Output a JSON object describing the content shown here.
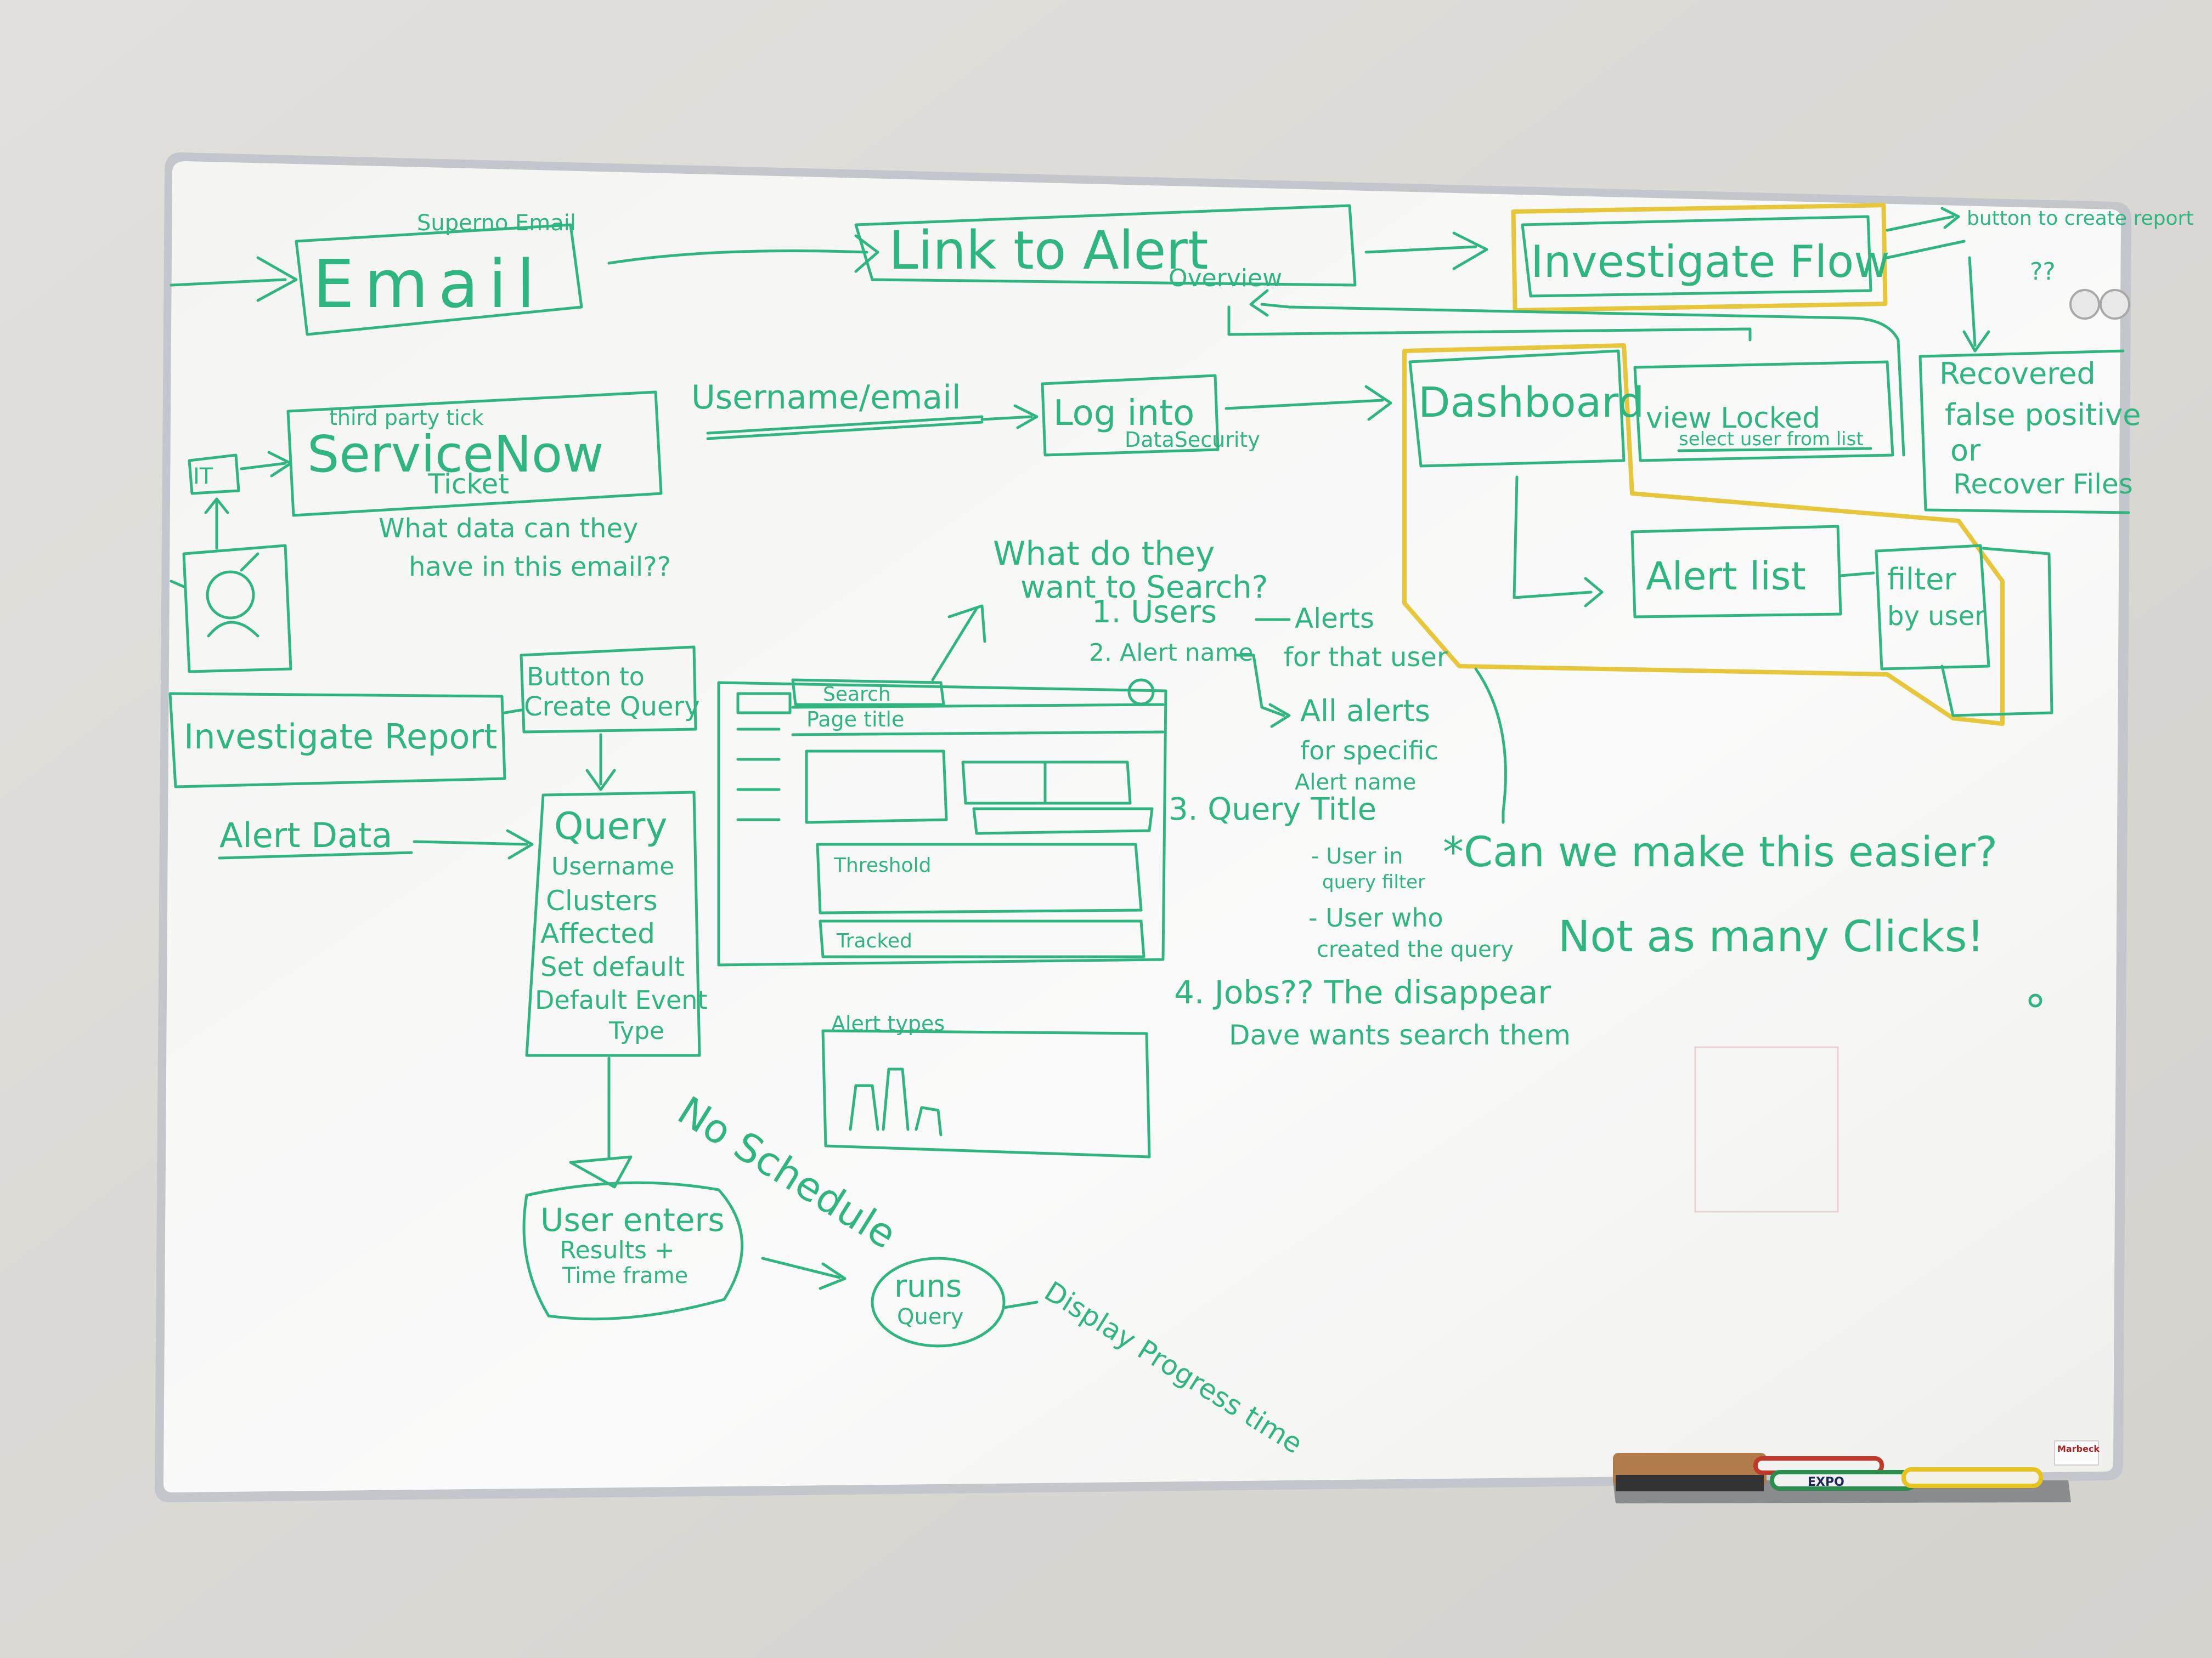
{
  "whiteboard": {
    "colors": {
      "wall": "#dddbd6",
      "board": "#f6f6f4",
      "frame": "#b9bcc0",
      "marker_green": "#2fb57f",
      "highlight_yellow": "#e7c63a"
    },
    "flow_top": {
      "email_note": "Superno Email",
      "email": "Email",
      "link_to_alert": "Link to Alert",
      "link_overview": "Overview",
      "investigate_flow": "Investigate Flow",
      "button_to_create_report": "button to create report",
      "button_qmarks": "??"
    },
    "flow_row2": {
      "it_box": "IT",
      "servicenow_note": "third party tick",
      "servicenow": "ServiceNow",
      "servicenow_ticket": "Ticket",
      "username_email": "Username/email",
      "login_into": "Log into",
      "login_target": "DataSecurity",
      "dashboard": "Dashboard",
      "view_locked": "view Locked",
      "select_user": "select user from list",
      "recovered_1": "Recovered",
      "recovered_2": "false positive",
      "recovered_3": "or",
      "recovered_4": "Recover Files",
      "question_1": "What data can they",
      "question_2": "have in this email??"
    },
    "alert_area": {
      "alert_list": "Alert list",
      "filter_1": "filter",
      "filter_2": "by user"
    },
    "left_flow": {
      "investigate_report": "Investigate Report",
      "button_create_query_1": "Button to",
      "button_create_query_2": "Create Query",
      "alert_data": "Alert Data",
      "query_lines": [
        "Query",
        "Username",
        "Clusters",
        "Affected",
        "Set default",
        "Default Event",
        "Type"
      ],
      "user_enters_1": "User enters",
      "user_enters_2": "Results +",
      "user_enters_3": "Time frame",
      "no_schedule": "No Schedule",
      "runs_query_1": "runs",
      "runs_query_2": "Query",
      "display_progress": "Display Progress time"
    },
    "wireframe": {
      "search": "Search",
      "page_title": "Page title",
      "threshold": "Threshold",
      "tracked": "Tracked",
      "alert_types": "Alert types"
    },
    "search_notes": {
      "heading_1": "What do they",
      "heading_2": "want to Search?",
      "item_1": "1. Users",
      "item_1_note": "Alerts",
      "item_1_note2": "for that user",
      "item_2": "2. Alert name",
      "item_2_note_1": "All alerts",
      "item_2_note_2": "for specific",
      "item_2_note_3": "Alert name",
      "item_3": "3. Query Title",
      "item_3_sub_1": "- User in",
      "item_3_sub_1b": "query filter",
      "item_3_sub_2": "- User who",
      "item_3_sub_2b": "created the query",
      "item_4": "4. Jobs?? The disappear",
      "item_4_b": "Dave wants search them",
      "easier": "*Can we make this easier?",
      "fewer_clicks": "Not as many Clicks!"
    },
    "tray": {
      "marker_label": "EXPO",
      "brand": "Marbeck"
    }
  }
}
